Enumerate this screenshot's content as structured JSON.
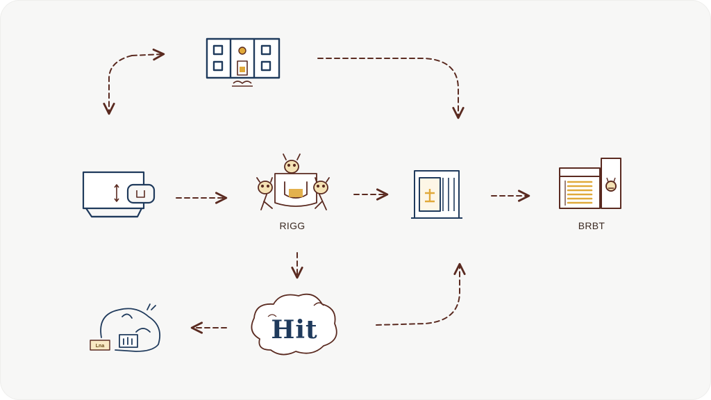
{
  "diagram": {
    "labels": {
      "ferris_node": "RIGG",
      "cabinet_node": "BRBT",
      "cloud_node": "Hit",
      "box_text": "Lna"
    },
    "colors": {
      "navy": "#1f3a5c",
      "brown": "#5a2a20",
      "gold": "#e0a93a",
      "background": "#f7f7f6"
    },
    "icons": [
      "building-icon",
      "monitor-icon",
      "mascot-badge-icon",
      "document-panel-icon",
      "cabinet-icon",
      "cloud-icon",
      "pig-animal-icon"
    ]
  }
}
